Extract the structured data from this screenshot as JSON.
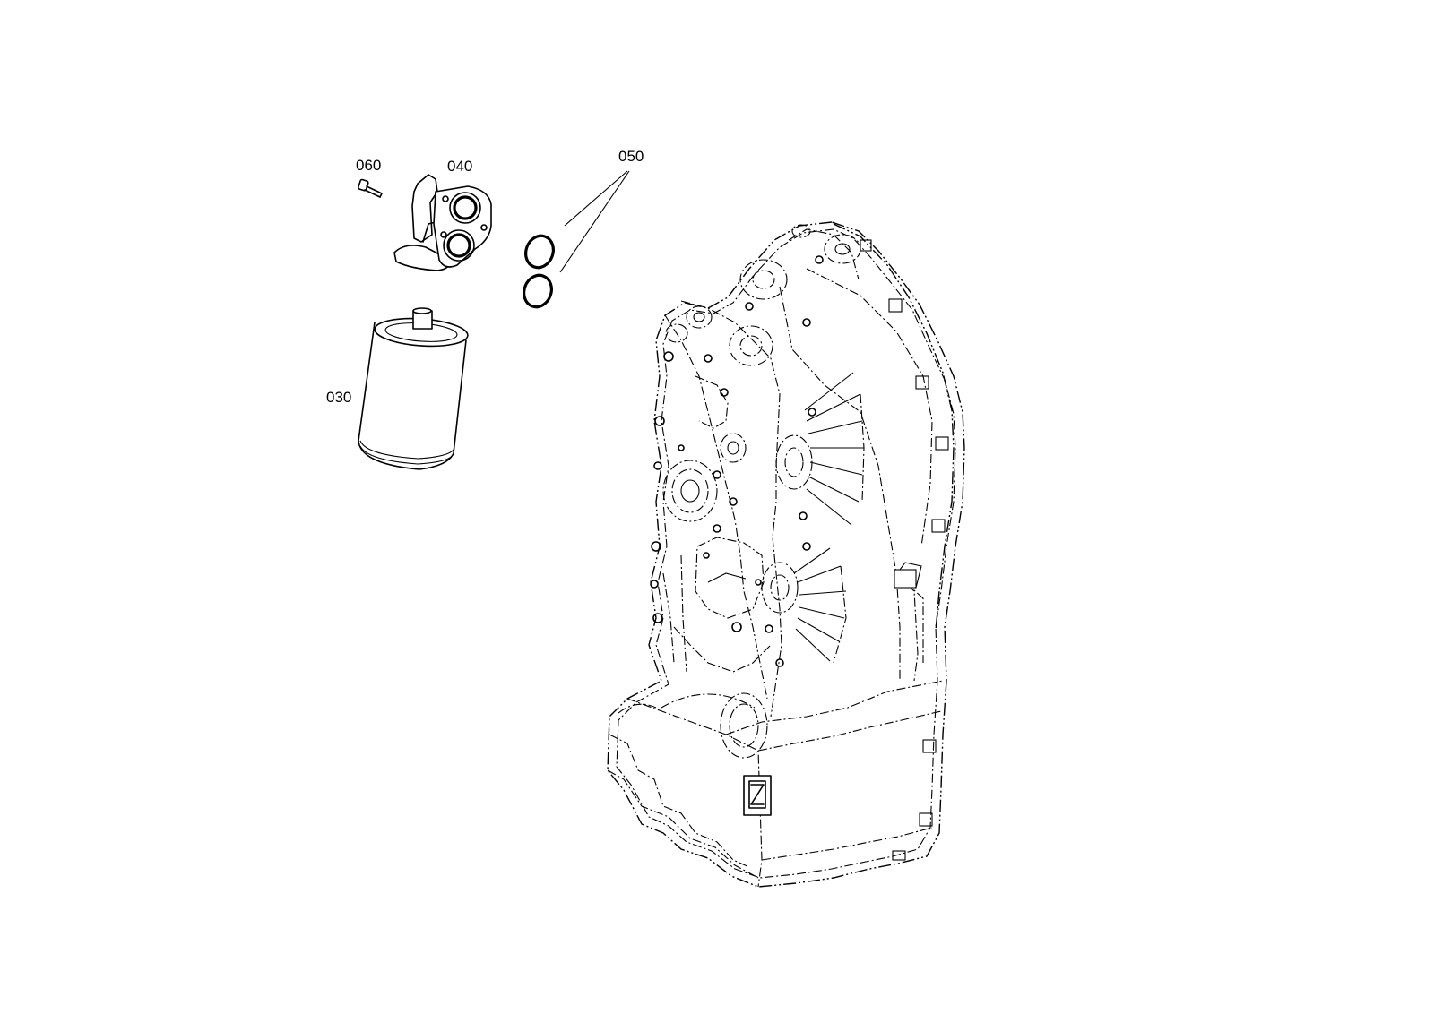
{
  "callouts": {
    "part_060": "060",
    "part_040": "040",
    "part_050": "050",
    "part_030": "030"
  }
}
